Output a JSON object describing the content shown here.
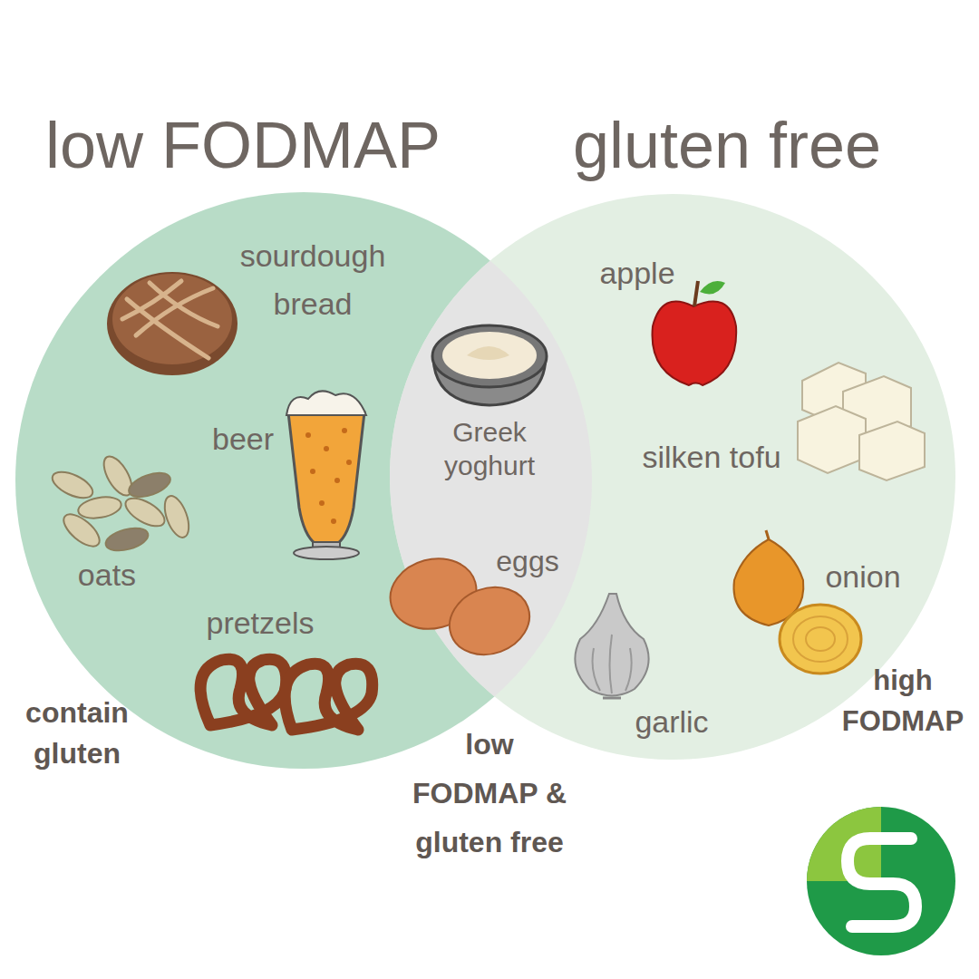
{
  "diagram": {
    "nodes": [
      {
        "text": [
          "low FODMAP"
        ]
      },
      {
        "text": [
          "gluten free"
        ]
      }
    ],
    "labels": [
      "sourdough bread",
      "beer",
      "oats",
      "pretzels",
      "Greek yoghurt",
      "eggs",
      "apple",
      "silken tofu",
      "onion",
      "garlic",
      "contain gluten",
      "low FODMAP & gluten free",
      "high FODMAP"
    ]
  }
}
